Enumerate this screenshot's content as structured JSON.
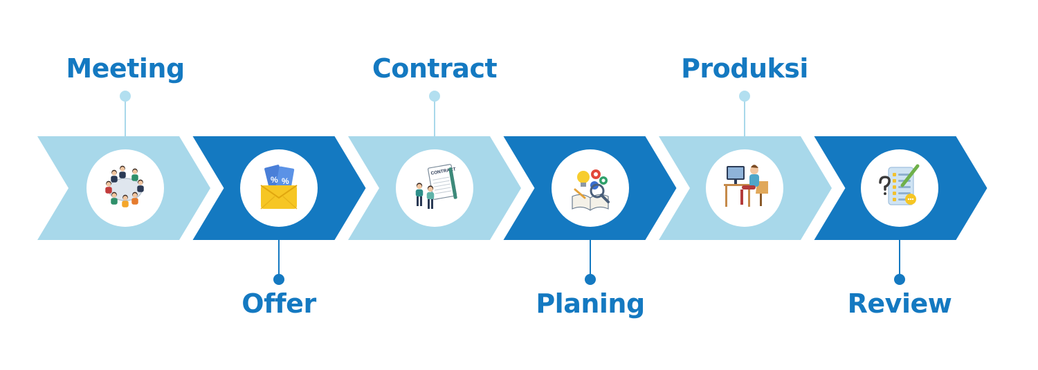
{
  "colors": {
    "light": "#a8d8ea",
    "dark": "#1479c1",
    "label": "#1479c1",
    "dot_light": "#b2dff0",
    "dot_dark": "#1479c1",
    "line_light": "#a8d8ea",
    "line_dark": "#1479c1",
    "circle": "#ffffff"
  },
  "steps": [
    {
      "label": "Meeting",
      "icon": "meeting-table-icon",
      "shade": "light",
      "label_position": "top"
    },
    {
      "label": "Offer",
      "icon": "discount-envelope-icon",
      "shade": "dark",
      "label_position": "bottom"
    },
    {
      "label": "Contract",
      "icon": "contract-handshake-icon",
      "shade": "light",
      "label_position": "top",
      "icon_text": "CONTRACT"
    },
    {
      "label": "Planing",
      "icon": "planning-ideas-icon",
      "shade": "dark",
      "label_position": "bottom"
    },
    {
      "label": "Produksi",
      "icon": "developer-desk-icon",
      "shade": "light",
      "label_position": "top"
    },
    {
      "label": "Review",
      "icon": "review-checklist-icon",
      "shade": "dark",
      "label_position": "bottom"
    }
  ]
}
